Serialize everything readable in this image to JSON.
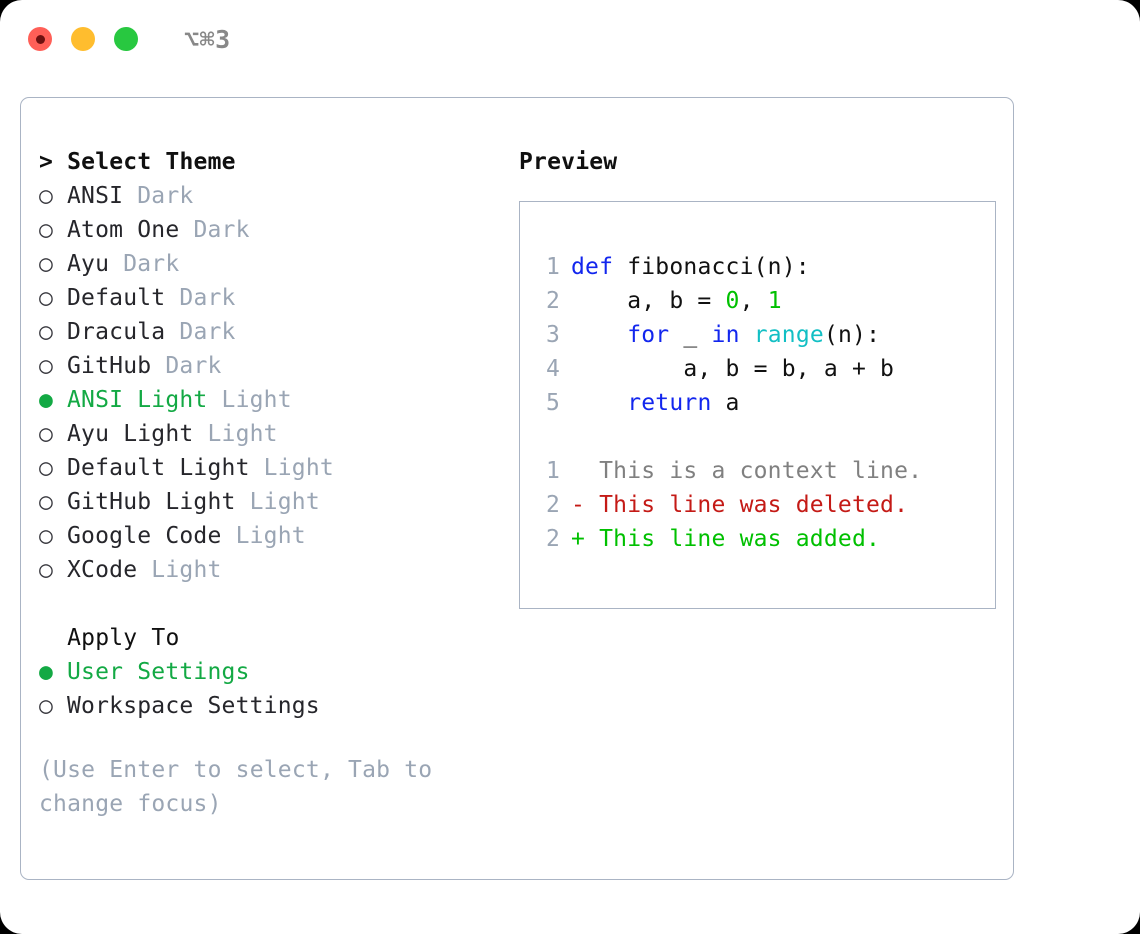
{
  "titlebar": {
    "shortcut": "⌥⌘3",
    "lights": [
      "close",
      "minimize",
      "maximize"
    ]
  },
  "theme_list": {
    "heading": "> Select Theme",
    "items": [
      {
        "marker": "○",
        "name": "ANSI",
        "badge": "Dark",
        "selected": false
      },
      {
        "marker": "○",
        "name": "Atom One",
        "badge": "Dark",
        "selected": false
      },
      {
        "marker": "○",
        "name": "Ayu",
        "badge": "Dark",
        "selected": false
      },
      {
        "marker": "○",
        "name": "Default",
        "badge": "Dark",
        "selected": false
      },
      {
        "marker": "○",
        "name": "Dracula",
        "badge": "Dark",
        "selected": false
      },
      {
        "marker": "○",
        "name": "GitHub",
        "badge": "Dark",
        "selected": false
      },
      {
        "marker": "●",
        "name": "ANSI Light",
        "badge": "Light",
        "selected": true
      },
      {
        "marker": "○",
        "name": "Ayu Light",
        "badge": "Light",
        "selected": false
      },
      {
        "marker": "○",
        "name": "Default Light",
        "badge": "Light",
        "selected": false
      },
      {
        "marker": "○",
        "name": "GitHub Light",
        "badge": "Light",
        "selected": false
      },
      {
        "marker": "○",
        "name": "Google Code",
        "badge": "Light",
        "selected": false
      },
      {
        "marker": "○",
        "name": "XCode",
        "badge": "Light",
        "selected": false
      }
    ]
  },
  "apply_to": {
    "heading": "Apply To",
    "items": [
      {
        "marker": "●",
        "name": "User Settings",
        "selected": true
      },
      {
        "marker": "○",
        "name": "Workspace Settings",
        "selected": false
      }
    ]
  },
  "hint": "(Use Enter to select, Tab to change focus)",
  "preview": {
    "title": "Preview",
    "code": [
      {
        "lineno": "1",
        "tokens": [
          {
            "t": "def ",
            "c": "kw"
          },
          {
            "t": "fibonacci(n):",
            "c": "txt"
          }
        ]
      },
      {
        "lineno": "2",
        "tokens": [
          {
            "t": "    a, b = ",
            "c": "txt"
          },
          {
            "t": "0",
            "c": "num"
          },
          {
            "t": ", ",
            "c": "txt"
          },
          {
            "t": "1",
            "c": "num"
          }
        ]
      },
      {
        "lineno": "3",
        "tokens": [
          {
            "t": "    ",
            "c": "txt"
          },
          {
            "t": "for",
            "c": "kw"
          },
          {
            "t": " _ ",
            "c": "txt"
          },
          {
            "t": "in",
            "c": "kw"
          },
          {
            "t": " ",
            "c": "txt"
          },
          {
            "t": "range",
            "c": "fn"
          },
          {
            "t": "(n):",
            "c": "txt"
          }
        ]
      },
      {
        "lineno": "4",
        "tokens": [
          {
            "t": "        a, b = b, a + b",
            "c": "txt"
          }
        ]
      },
      {
        "lineno": "5",
        "tokens": [
          {
            "t": "    ",
            "c": "txt"
          },
          {
            "t": "return",
            "c": "kw"
          },
          {
            "t": " a",
            "c": "txt"
          }
        ]
      }
    ],
    "diff": [
      {
        "lineno": "1",
        "text": "  This is a context line.",
        "kind": "ctx"
      },
      {
        "lineno": "2",
        "text": "- This line was deleted.",
        "kind": "del"
      },
      {
        "lineno": "2",
        "text": "+ This line was added.",
        "kind": "add"
      }
    ]
  },
  "colors": {
    "selected_green": "#13a944",
    "badge_gray": "#9aa5b4",
    "keyword_blue": "#1226ee",
    "function_cyan": "#12bfc4",
    "number_green": "#00c000",
    "diff_deleted_red": "#c41a16",
    "diff_added_green": "#00c000",
    "border": "#aab4c4",
    "light_red": "#ff5f57",
    "light_yellow": "#ffbd2e",
    "light_green": "#28c840"
  }
}
